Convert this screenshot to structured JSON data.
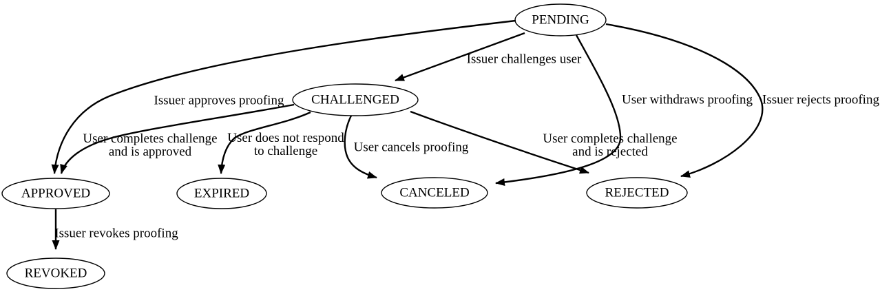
{
  "diagram": {
    "type": "state-machine",
    "background_color": "#ffffff",
    "ink_color": "#000000",
    "nodes": [
      {
        "id": "pending",
        "label": "PENDING"
      },
      {
        "id": "challenged",
        "label": "CHALLENGED"
      },
      {
        "id": "approved",
        "label": "APPROVED"
      },
      {
        "id": "expired",
        "label": "EXPIRED"
      },
      {
        "id": "canceled",
        "label": "CANCELED"
      },
      {
        "id": "rejected",
        "label": "REJECTED"
      },
      {
        "id": "revoked",
        "label": "REVOKED"
      }
    ],
    "edges": [
      {
        "from": "PENDING",
        "to": "CHALLENGED",
        "lines": [
          "Issuer challenges user"
        ]
      },
      {
        "from": "PENDING",
        "to": "APPROVED",
        "lines": [
          "Issuer approves proofing"
        ]
      },
      {
        "from": "PENDING",
        "to": "CANCELED",
        "lines": [
          "User withdraws proofing"
        ]
      },
      {
        "from": "PENDING",
        "to": "REJECTED",
        "lines": [
          "Issuer rejects proofing"
        ]
      },
      {
        "from": "CHALLENGED",
        "to": "APPROVED",
        "lines": [
          "User completes challenge",
          "and is approved"
        ]
      },
      {
        "from": "CHALLENGED",
        "to": "EXPIRED",
        "lines": [
          "User does not respond",
          "to challenge"
        ]
      },
      {
        "from": "CHALLENGED",
        "to": "CANCELED",
        "lines": [
          "User cancels proofing"
        ]
      },
      {
        "from": "CHALLENGED",
        "to": "REJECTED",
        "lines": [
          "User completes challenge",
          "and is rejected"
        ]
      },
      {
        "from": "APPROVED",
        "to": "REVOKED",
        "lines": [
          "Issuer revokes proofing"
        ]
      }
    ]
  }
}
